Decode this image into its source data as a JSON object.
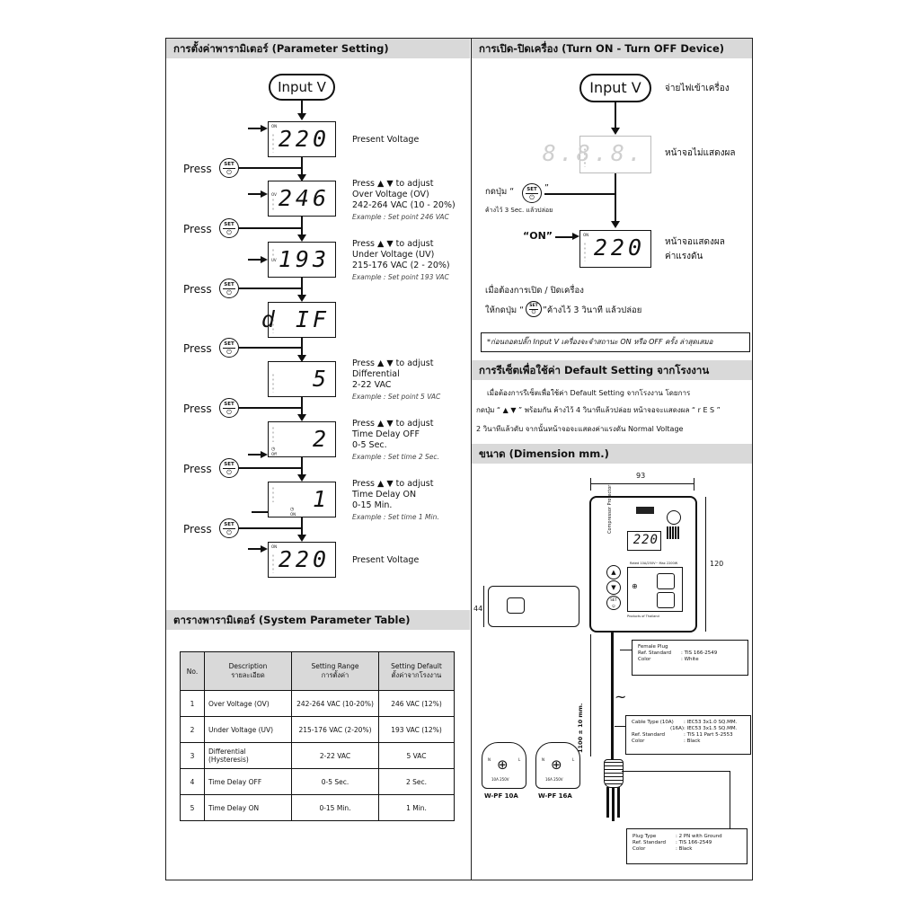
{
  "sections": {
    "param_title": "การตั้งค่าพารามิเตอร์ (Parameter Setting)",
    "onoff_title": "การเปิด-ปิดเครื่อง (Turn ON - Turn OFF Device)",
    "table_title": "ตารางพารามิเตอร์ (System Parameter Table)",
    "reset_title": "การรีเซ็ตเพื่อใช้ค่า Default Setting จากโรงงาน",
    "dim_title": "ขนาด (Dimension mm.)"
  },
  "flow": {
    "input_label": "Input V",
    "press_label": "Press",
    "set_text": "SET",
    "power_symbol": "⏻",
    "on_tag": "ON",
    "ov_tag": "OV",
    "uv_tag": "UV",
    "off_tag": "Off",
    "steps": [
      {
        "display": "220",
        "line1": "Present Voltage"
      },
      {
        "display": "246",
        "line1": "Press ▲ ▼ to adjust",
        "line2": "Over Voltage (OV)",
        "line3": "242-264 VAC (10 - 20%)",
        "example": "Example : Set point 246 VAC"
      },
      {
        "display": "193",
        "line1": "Press ▲ ▼ to adjust",
        "line2": "Under Voltage (UV)",
        "line3": "215-176 VAC (2 - 20%)",
        "example": "Example : Set point 193 VAC"
      },
      {
        "display": "d IF"
      },
      {
        "display": "5",
        "line1": "Press ▲ ▼ to adjust",
        "line2": "Differential",
        "line3": "2-22 VAC",
        "example": "Example : Set point 5 VAC"
      },
      {
        "display": "2",
        "line1": "Press ▲ ▼ to adjust",
        "line2": "Time Delay OFF",
        "line3": "0-5 Sec.",
        "example": "Example : Set time 2 Sec."
      },
      {
        "display": "1",
        "line1": "Press ▲ ▼ to adjust",
        "line2": "Time Delay ON",
        "line3": "0-15 Min.",
        "example": "Example : Set time 1 Min."
      },
      {
        "display": "220",
        "line1": "Present Voltage"
      }
    ]
  },
  "onoff": {
    "input_label": "Input V",
    "supply_text": "จ่ายไฟเข้าเครื่อง",
    "blank_display": "8.8.8.",
    "no_display_text": "หน้าจอไม่แสดงผล",
    "press_prefix": "กดปุ่ม “",
    "press_suffix": "”",
    "hold_text": "ค้างไว้ 3 Sec. แล้วปล่อย",
    "on_quote": "“ON”",
    "on_display": "220",
    "show_text1": "หน้าจอแสดงผล",
    "show_text2": "ค่าแรงดัน",
    "when_text": "เมื่อต้องการเปิด / ปิดเครื่อง",
    "press2_prefix": "ให้กดปุ่ม “",
    "press2_suffix": "”ค้างไว้ 3 วินาที แล้วปล่อย",
    "memo_note": "*ก่อนถอดปลั๊ก Input V เครื่องจะจำสถานะ ON หรือ OFF ครั้ง ล่าสุดเสมอ"
  },
  "reset": {
    "line1": "เมื่อต้องการรีเซ็ตเพื่อใช้ค่า Default Setting จากโรงงาน โดยการ",
    "line2": "กดปุ่ม “ ▲ ▼ ” พร้อมกัน ค้างไว้ 4 วินาทีแล้วปล่อย หน้าจอจะแสดงผล “ r E S ”",
    "line3": "2 วินาทีแล้วดับ จากนั้นหน้าจอจะแสดงค่าแรงดัน Normal Voltage"
  },
  "table": {
    "headers": [
      {
        "en": "No.",
        "th": ""
      },
      {
        "en": "Description",
        "th": "รายละเอียด"
      },
      {
        "en": "Setting Range",
        "th": "การตั้งค่า"
      },
      {
        "en": "Setting Default",
        "th": "ตั้งค่าจากโรงงาน"
      }
    ],
    "rows": [
      [
        "1",
        "Over Voltage (OV)",
        "242-264 VAC (10-20%)",
        "246 VAC (12%)"
      ],
      [
        "2",
        "Under Voltage (UV)",
        "215-176 VAC (2-20%)",
        "193 VAC (12%)"
      ],
      [
        "3",
        "Differential (Hysteresis)",
        "2-22 VAC",
        "5 VAC"
      ],
      [
        "4",
        "Time Delay OFF",
        "0-5 Sec.",
        "2 Sec."
      ],
      [
        "5",
        "Time Delay ON",
        "0-15 Min.",
        "1 Min."
      ]
    ]
  },
  "dimension": {
    "width": "93",
    "height": "120",
    "depth": "44",
    "cable_len": "1100 ± 10 mm.",
    "device_name": "Compressor Protector",
    "device_display": "220",
    "socket_rating": "Rated 10A/250V~ Max 2200W",
    "product_of": "Products of Thailand",
    "female_plug": {
      "l1": "Female Plug",
      "k2": "Ref. Standard",
      "v2": ": TIS 166-2549",
      "k3": "Color",
      "v3": ": White"
    },
    "cable": {
      "k1": "Cable Type (10A)",
      "v1": ": IEC53 3x1.0 SQ.MM.",
      "k1b": "(16A)",
      "v1b": ": IEC53 3x1.5 SQ.MM.",
      "k2": "Ref. Standard",
      "v2": ": TIS 11 Part 5-2553",
      "k3": "Color",
      "v3": ": Black"
    },
    "plug": {
      "k1": "Plug Type",
      "v1": ": 2 PN with Ground",
      "k2": "Ref. Standard",
      "v2": ": TIS 166-2549",
      "k3": "Color",
      "v3": ": Black"
    },
    "wpf10": "W-PF 10A",
    "wpf16": "W-PF 16A",
    "wpf10_rating": "10A 250V",
    "wpf16_rating": "16A 250V",
    "n_label": "N",
    "l_label": "L"
  }
}
